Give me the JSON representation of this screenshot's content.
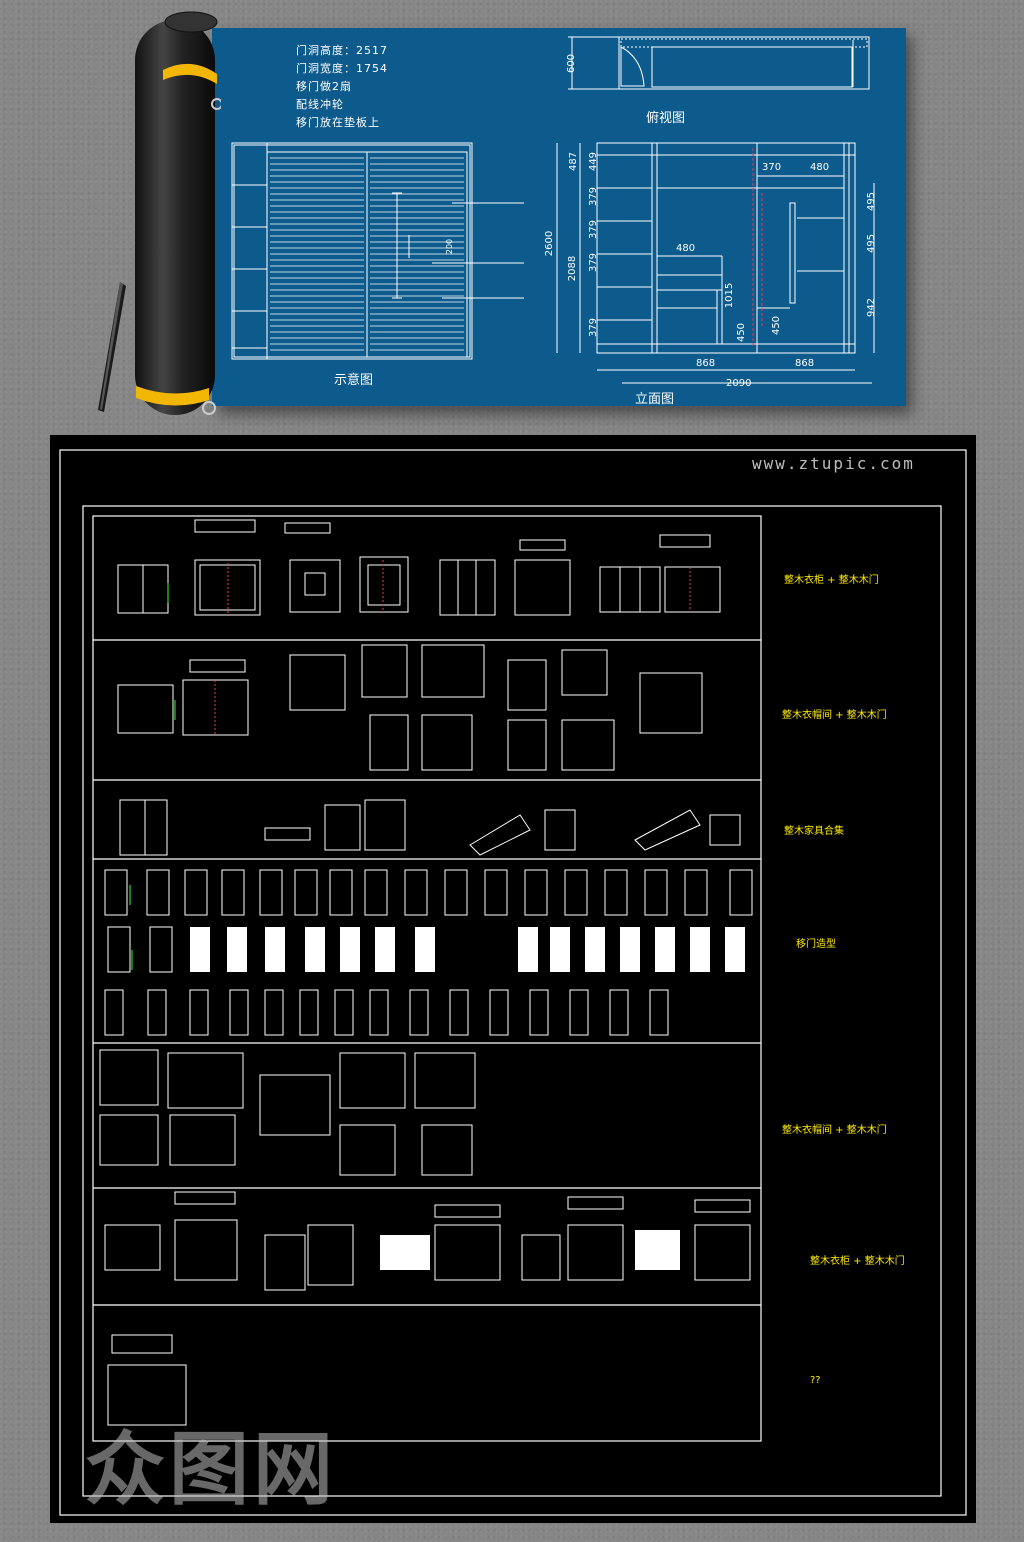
{
  "blueprint": {
    "notes": [
      "门洞高度：2517",
      "门洞宽度：1754",
      "移门做2扇",
      "配线冲轮",
      "移门放在垫板上"
    ],
    "top_view_label": "俯视图",
    "sketch_label": "示意图",
    "elevation_label": "立面图",
    "dims": {
      "d600": "600",
      "d487": "487",
      "d449": "449",
      "d379a": "379",
      "d379b": "379",
      "d379c": "379",
      "d379d": "379",
      "d2600": "2600",
      "d2088": "2088",
      "d370": "370",
      "d480a": "480",
      "d480b": "480",
      "d495a": "495",
      "d495b": "495",
      "d942": "942",
      "d1015": "1015",
      "d450a": "450",
      "d450b": "450",
      "d868a": "868",
      "d868b": "868",
      "d2090": "2090",
      "d200": "200"
    }
  },
  "cad_sheet": {
    "url": "www.ztupic.com",
    "rows": [
      {
        "label": "整木衣柜 + 整木木门"
      },
      {
        "label": "整木衣帽间 + 整木木门"
      },
      {
        "label": "整木家具合集"
      },
      {
        "label": "移门造型"
      },
      {
        "label": "整木衣帽间 + 整木木门"
      },
      {
        "label": "整木衣柜 + 整木木门"
      },
      {
        "label": "??"
      }
    ]
  },
  "brand": "众图网",
  "colors": {
    "blueprint": "#0d5a8d",
    "cad_background": "#000000",
    "cad_label": "#ffeb00",
    "roll_band": "#f2b705"
  }
}
